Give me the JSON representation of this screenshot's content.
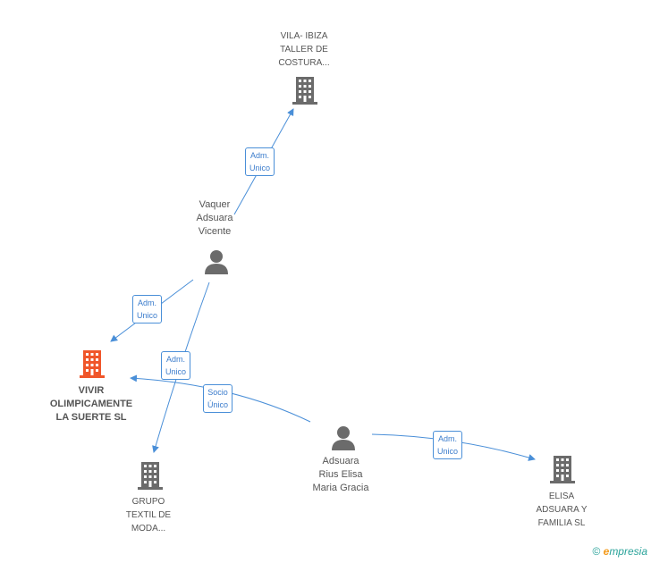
{
  "nodes": {
    "vila": {
      "lines": [
        "VILA- IBIZA",
        "TALLER DE",
        "COSTURA..."
      ]
    },
    "vaquer": {
      "lines": [
        "Vaquer",
        "Adsuara",
        "Vicente"
      ]
    },
    "vivir": {
      "lines": [
        "VIVIR",
        "OLIMPICAMENTE",
        "LA SUERTE SL"
      ]
    },
    "grupo": {
      "lines": [
        "GRUPO",
        "TEXTIL DE",
        "MODA..."
      ]
    },
    "adsuara": {
      "lines": [
        "Adsuara",
        "Rius Elisa",
        "Maria Gracia"
      ]
    },
    "elisa": {
      "lines": [
        "ELISA",
        "ADSUARA Y",
        "FAMILIA SL"
      ]
    }
  },
  "edges": {
    "e1": {
      "l1": "Adm.",
      "l2": "Unico"
    },
    "e2": {
      "l1": "Adm.",
      "l2": "Unico"
    },
    "e3": {
      "l1": "Adm.",
      "l2": "Unico"
    },
    "e4": {
      "l1": "Socio",
      "l2": "Único"
    },
    "e5": {
      "l1": "Adm.",
      "l2": "Unico"
    }
  },
  "colors": {
    "edge": "#4a8fd8",
    "icon": "#6b6b6b",
    "highlight": "#f0562a"
  },
  "footer": {
    "copyright": "©",
    "brand_e": "e",
    "brand_rest": "mpresia"
  }
}
